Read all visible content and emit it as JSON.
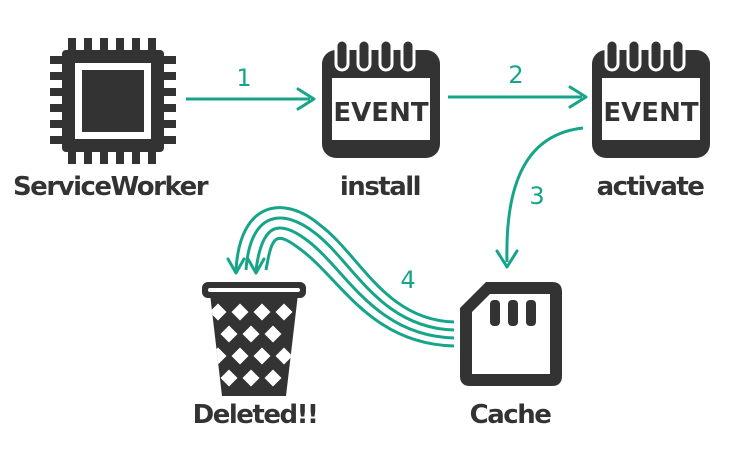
{
  "nodes": {
    "service_worker": {
      "label": "ServiceWorker",
      "icon": "cpu-chip-icon"
    },
    "install": {
      "label": "install",
      "badge": "EVENT",
      "icon": "calendar-event-icon"
    },
    "activate": {
      "label": "activate",
      "badge": "EVENT",
      "icon": "calendar-event-icon"
    },
    "cache": {
      "label": "Cache",
      "icon": "sd-card-icon"
    },
    "deleted": {
      "label": "Deleted!!",
      "icon": "trash-basket-icon"
    }
  },
  "steps": [
    "1",
    "2",
    "3",
    "4"
  ],
  "colors": {
    "arrow": "#17a589",
    "icon": "#333333",
    "background": "#ffffff"
  }
}
